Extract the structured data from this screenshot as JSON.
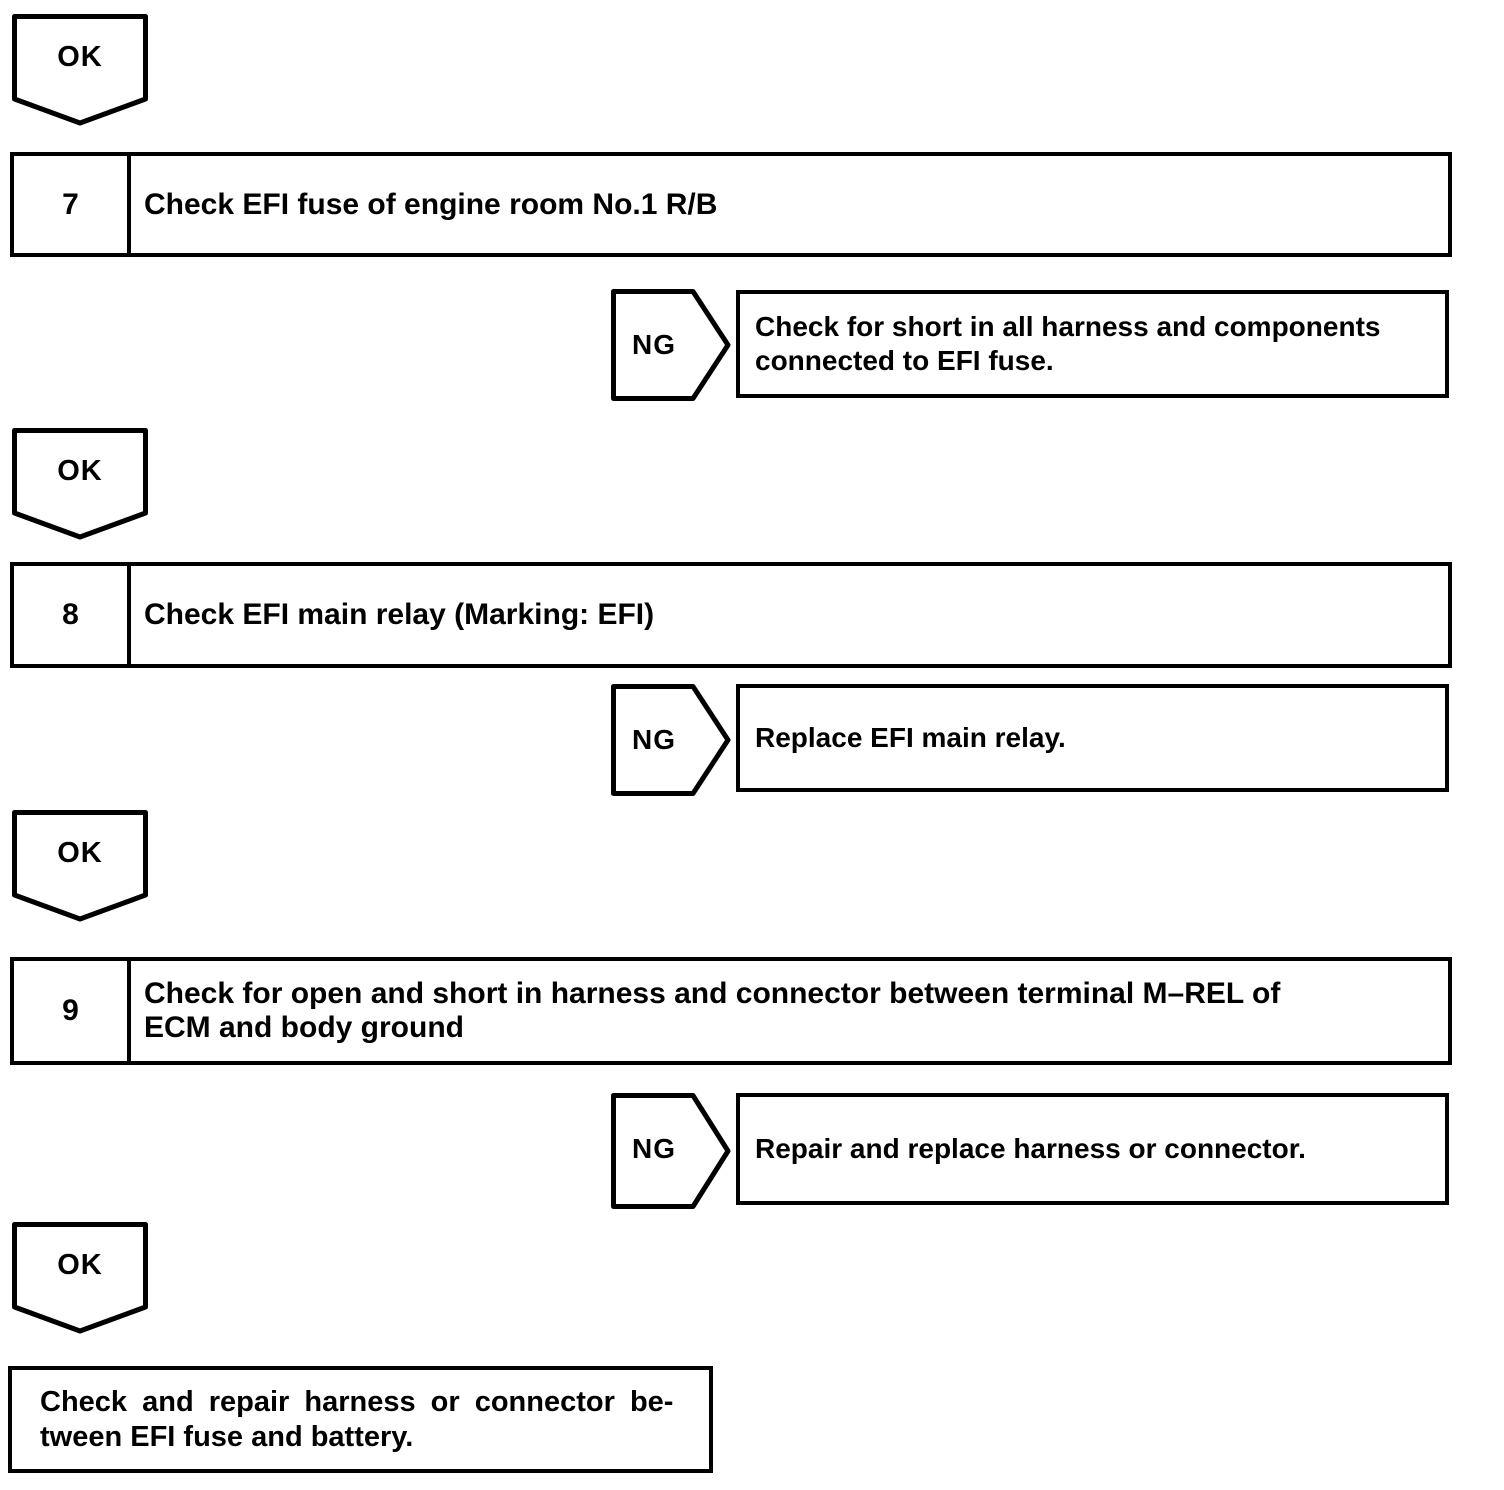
{
  "labels": {
    "ok": "OK",
    "ng": "NG"
  },
  "colors": {
    "ink": "#000000",
    "paper": "#ffffff"
  },
  "steps": [
    {
      "number": "7",
      "title_lines": [
        "Check EFI fuse of engine room No.1 R/B"
      ],
      "ng_action_lines": [
        "Check for short in all harness and components",
        "connected to EFI fuse."
      ]
    },
    {
      "number": "8",
      "title_lines": [
        "Check EFI main relay (Marking: EFI)"
      ],
      "ng_action_lines": [
        "Replace EFI main relay."
      ]
    },
    {
      "number": "9",
      "title_lines": [
        "Check for open and short in harness and connector between terminal M–REL of",
        "ECM and body ground"
      ],
      "ng_action_lines": [
        "Repair and replace harness or connector."
      ]
    }
  ],
  "final_action_lines": [
    "Check and repair harness or connector be-",
    "tween EFI fuse and battery."
  ]
}
